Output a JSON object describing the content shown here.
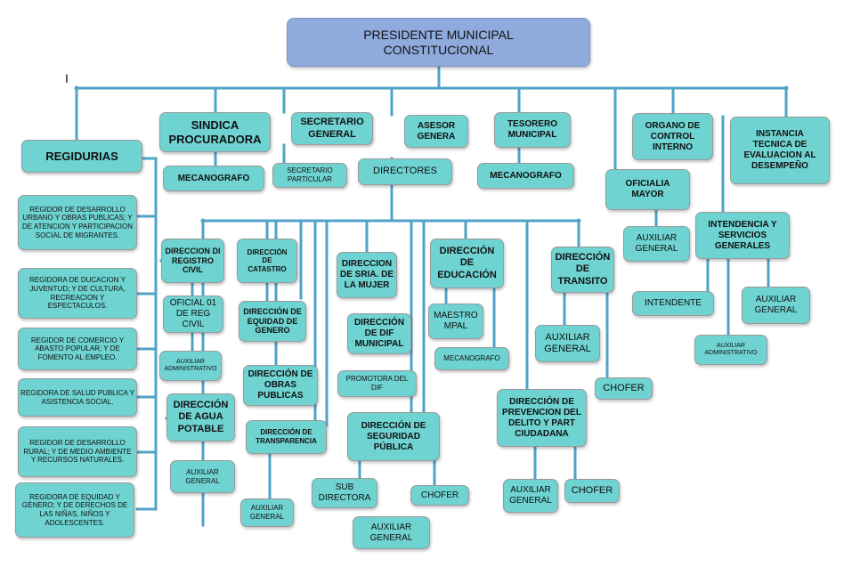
{
  "diagram": {
    "root": "PRESIDENTE MUNICIPAL\nCONSTITUCIONAL",
    "regidurias": "REGIDURIAS",
    "regidores": [
      "REGIDOR DE DESARROLLO URBANO Y OBRAS PUBLICAS; Y DE ATENCION Y PARTICIPACION SOCIAL DE MIGRANTES.",
      "REGIDORA DE DUCACION Y JUVENTUD; Y DE CULTURA, RECREACION Y ESPECTACULOS.",
      "REGIDOR DE   COMERCIO Y ABASTO POPULAR; Y DE FOMENTO AL EMPLEO.",
      "REGIDORA DE SALUD PUBLICA Y ASISTENCIA SOCIAL.",
      "REGIDOR DE DESARROLLO RURAL; Y DE MEDIO AMBIENTE Y RECURSOS NATURALES.",
      "REGIDORA DE EQUIDAD Y GÉNERO; Y DE DERECHOS DE LAS NIÑAS, NIÑOS Y ADOLESCENTES."
    ],
    "sindica": "SINDICA\nPROCURADORA",
    "mecanografo_sindica": "MECANOGRAFO",
    "secretario_general": "SECRETARIO\nGENERAL",
    "secretario_particular": "SECRETARIO\nPARTICULAR",
    "asesor": "ASESOR\nGENERA",
    "tesorero": "TESORERO\nMUNICIPAL",
    "mecanografo_tesorero": "MECANOGRAFO",
    "directores": "DIRECTORES",
    "organo_control": "ORGANO DE\nCONTROL\nINTERNO",
    "instancia_tecnica": "INSTANCIA\nTECNICA DE\nEVALUACION AL\nDESEMPEÑO",
    "oficialia_mayor": "OFICIALIA\nMAYOR",
    "auxiliar_oficialia": "AUXILIAR\nGENERAL",
    "intendencia": "INTENDENCIA Y\nSERVICIOS\nGENERALES",
    "intendente": "INTENDENTE",
    "auxiliar_intendencia": "AUXILIAR\nGENERAL",
    "auxiliar_admin_intendencia": "AUXILIAR\nADMINISTRATIVO",
    "registro_civil": "DIRECCION DI\nREGISTRO\nCIVIL",
    "oficial_reg_civil": "OFICIAL 01\nDE REG\nCIVIL",
    "auxiliar_admin_registro": "AUXILIAR\nADMINISTRATIVO",
    "agua_potable": "DIRECCIÓN\nDE AGUA\nPOTABLE",
    "auxiliar_agua": "AUXILIAR\nGENERAL",
    "catastro": "DIRECCIÓN\nDE\nCATASTRO",
    "equidad_genero": "DIRECCIÓN DE\nEQUIDAD DE\nGENERO",
    "obras_publicas": "DIRECCIÓN DE\nOBRAS\nPUBLICAS",
    "transparencia": "DIRECCIÓN DE\nTRANSPARENCIA",
    "auxiliar_transparencia": "AUXILIAR\nGENERAL",
    "mujer": "DIRECCION\nDE SRIA. DE\nLA MUJER",
    "dif": "DIRECCIÓN\nDE DIF\nMUNICIPAL",
    "promotora_dif": "PROMOTORA DEL\nDIF",
    "seguridad_publica": "DIRECCIÓN DE\nSEGURIDAD\nPÚBLICA",
    "sub_directora": "SUB\nDIRECTORA",
    "chofer_seguridad": "CHOFER",
    "auxiliar_seguridad": "AUXILIAR\nGENERAL",
    "educacion": "DIRECCIÓN\nDE\nEDUCACIÓN",
    "maestro": "MAESTRO\nMPAL",
    "mecanografo_educacion": "MECANOGRAFO",
    "transito": "DIRECCIÓN\nDE\nTRANSITO",
    "auxiliar_transito": "AUXILIAR\nGENERAL",
    "chofer_transito": "CHOFER",
    "prevencion_delito": "DIRECCIÓN DE\nPREVENCION DEL\nDELITO Y PART\nCIUDADANA",
    "auxiliar_prevencion": "AUXILIAR\nGENERAL",
    "chofer_prevencion": "CHOFER",
    "text_cursor": "I"
  },
  "colors": {
    "box_fill": "#6ed3d1",
    "top_fill": "#8faadc",
    "connector": "#4fa3c8"
  }
}
